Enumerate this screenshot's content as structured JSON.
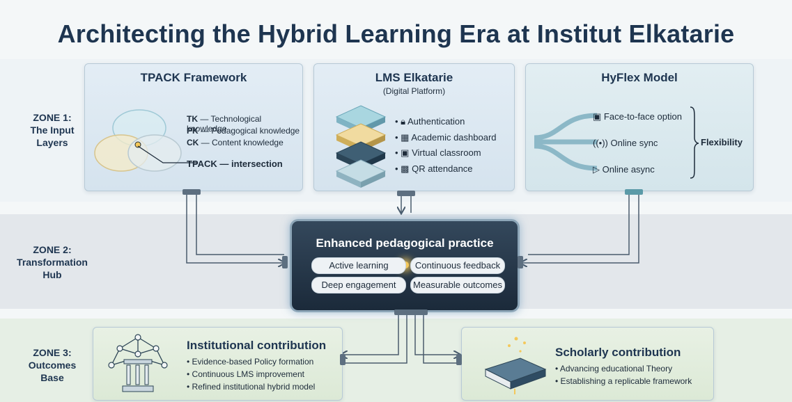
{
  "title": "Architecting the Hybrid Learning Era at Institut Elkatarie",
  "zones": {
    "z1": [
      "ZONE 1:",
      "The Input",
      "Layers"
    ],
    "z2": [
      "ZONE 2:",
      "Transformation",
      "Hub"
    ],
    "z3": [
      "ZONE 3:",
      "Outcomes",
      "Base"
    ]
  },
  "tpack": {
    "title": "TPACK Framework",
    "items": [
      {
        "abbr": "TK",
        "text": " — Technological knowledge"
      },
      {
        "abbr": "PK",
        "text": " — Pedagogical knowledge"
      },
      {
        "abbr": "CK",
        "text": " — Content knowledge"
      }
    ],
    "intersection": "TPACK — intersection"
  },
  "lms": {
    "title": "LMS Elkatarie",
    "subtitle": "(Digital Platform)",
    "items": [
      {
        "icon": "lock-icon",
        "label": "Authentication"
      },
      {
        "icon": "dashboard-icon",
        "label": "Academic dashboard"
      },
      {
        "icon": "classroom-icon",
        "label": "Virtual classroom"
      },
      {
        "icon": "qr-icon",
        "label": "QR attendance"
      }
    ]
  },
  "hyflex": {
    "title": "HyFlex Model",
    "options": [
      {
        "icon": "classroom-icon",
        "label": "Face-to-face option"
      },
      {
        "icon": "broadcast-icon",
        "label": "Online sync"
      },
      {
        "icon": "play-icon",
        "label": "Online async"
      }
    ],
    "bracket_label": "Flexibility"
  },
  "hub": {
    "title": "Enhanced pedagogical practice",
    "pills": [
      "Active learning",
      "Continuous feedback",
      "Deep engagement",
      "Measurable outcomes"
    ]
  },
  "institutional": {
    "title": "Institutional contribution",
    "items": [
      "Evidence-based Policy formation",
      "Continuous LMS improvement",
      "Refined institutional hybrid model"
    ]
  },
  "scholarly": {
    "title": "Scholarly contribution",
    "items": [
      "Advancing educational Theory",
      "Establishing a replicable framework"
    ]
  },
  "colors": {
    "title": "#1e3550",
    "card_fill": "#dfe9f1",
    "hub_fill": "#24374a",
    "accent": "#f4c85a",
    "zone2_band": "#e3e7eb",
    "zone3_band": "#e6f0e6"
  }
}
